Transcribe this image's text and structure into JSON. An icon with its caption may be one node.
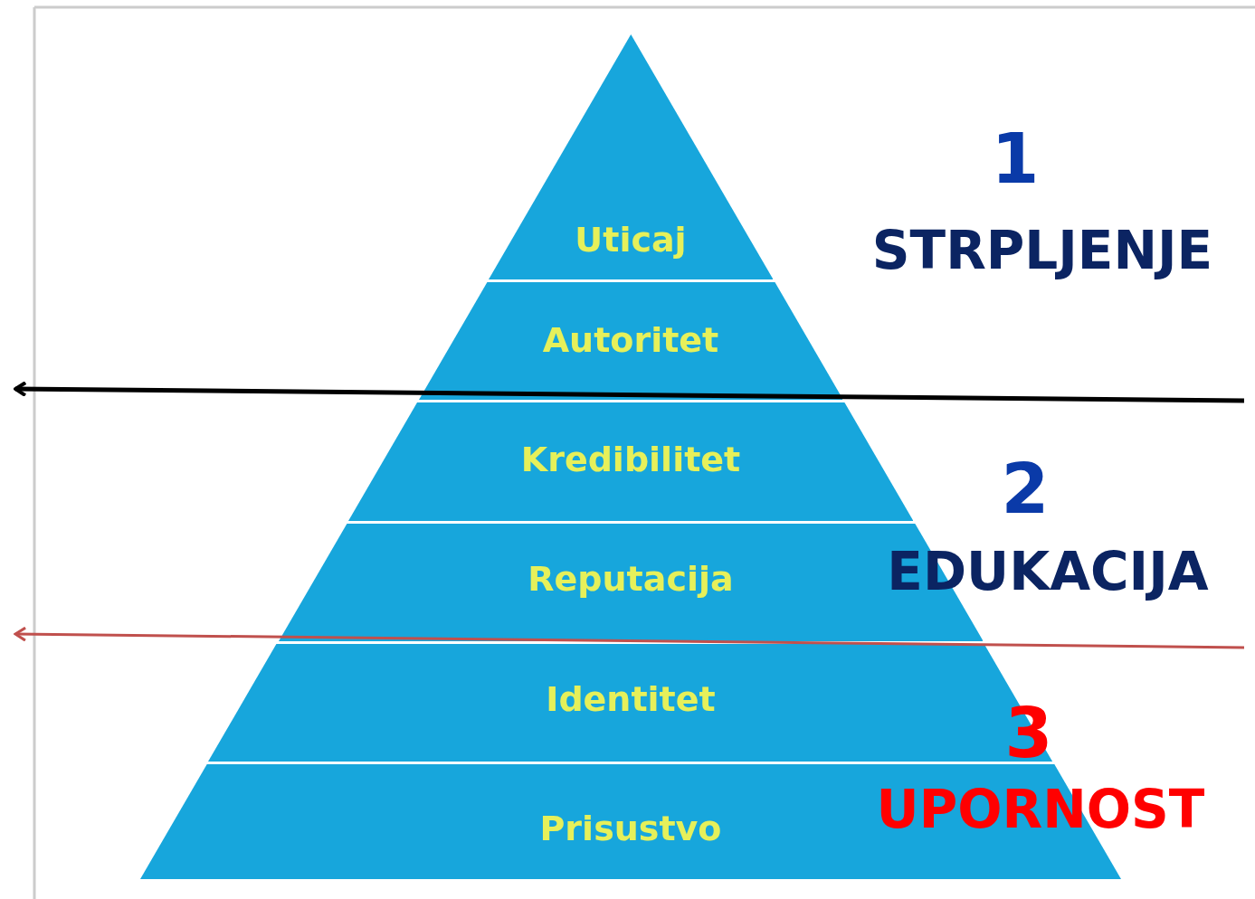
{
  "diagram": {
    "nodes": [
      {
        "text": [
          "Uticaj"
        ]
      },
      {
        "text": [
          "Autoritet"
        ]
      },
      {
        "text": [
          "Kredibilitet"
        ]
      },
      {
        "text": [
          "Reputacija"
        ]
      },
      {
        "text": [
          "Identitet"
        ]
      },
      {
        "text": [
          "Prisustvo"
        ]
      }
    ],
    "labels": [
      "1",
      "STRPLJENJE",
      "2",
      "EDUKACIJA",
      "3",
      "UPORNOST"
    ]
  }
}
